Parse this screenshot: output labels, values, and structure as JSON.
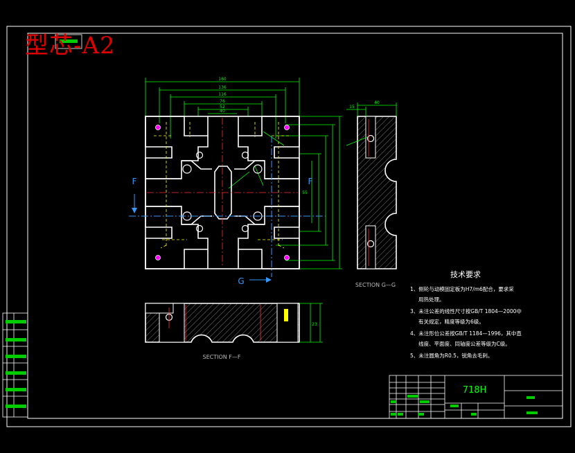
{
  "title_stamp": "型芯-A2",
  "labels": {
    "section_gg": "SECTION G—G",
    "section_ff": "SECTION F—F",
    "cut_g": "G",
    "cut_f_left": "F",
    "cut_f_right": "F",
    "material": "718H"
  },
  "dimensions": {
    "d1": "160",
    "d2": "136",
    "d3": "116",
    "d4": "76",
    "d5": "52",
    "d6": "40",
    "d7": "23",
    "d8": "15",
    "d9": "55"
  },
  "tech_requirements": {
    "heading": "技术要求",
    "items": [
      "1、侧轮与动模固定板为H7/m6配合，要求采",
      "用热处理。",
      "3、未注公差的线性尺寸按GB/T 1804—2000中",
      "有关规定，精度等级为6级。",
      "4、未注形位公差按GB/T 1184—1996，其中直",
      "线度、平面度、同轴度公差等级为C级。",
      "5、未注圆角为R0.5，锐角去毛刺。"
    ]
  },
  "colors": {
    "outline": "#ffffff",
    "dimension": "#00ff00",
    "hidden": "#ffff00",
    "center": "#ff3030",
    "section_cut": "#3399ff",
    "hatch": "#aaaaaa",
    "hole": "#ff00ff",
    "stamp": "#e00000"
  }
}
